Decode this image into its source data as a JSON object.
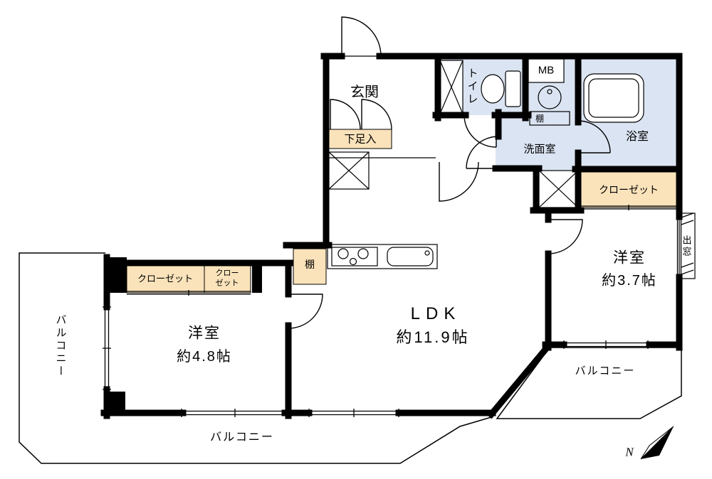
{
  "floorplan": {
    "labels": {
      "genkan": "玄関",
      "shoe_cabinet": "下足入",
      "toilet": "トイレ",
      "mb": "MB",
      "shelf_upper": "棚",
      "washroom": "洗面室",
      "bathroom": "浴室",
      "closet_right": "クローゼット",
      "bay_window": "出窓",
      "room_right_name": "洋室",
      "room_right_size": "約3.7帖",
      "shelf_kitchen": "棚",
      "ldk_name": "LDK",
      "ldk_size": "約11.9帖",
      "closet_left_1": "クローゼット",
      "closet_left_2a": "クロー",
      "closet_left_2b": "ゼット",
      "room_left_name": "洋室",
      "room_left_size": "約4.8帖",
      "balcony_left": "バルコニー",
      "balcony_bottom": "バルコニー",
      "balcony_right": "バルコニー",
      "compass_north": "N"
    },
    "colors": {
      "wall": "#000000",
      "wet_area": "#dbe4f2",
      "closet": "#fae3bb",
      "background": "#ffffff"
    }
  }
}
